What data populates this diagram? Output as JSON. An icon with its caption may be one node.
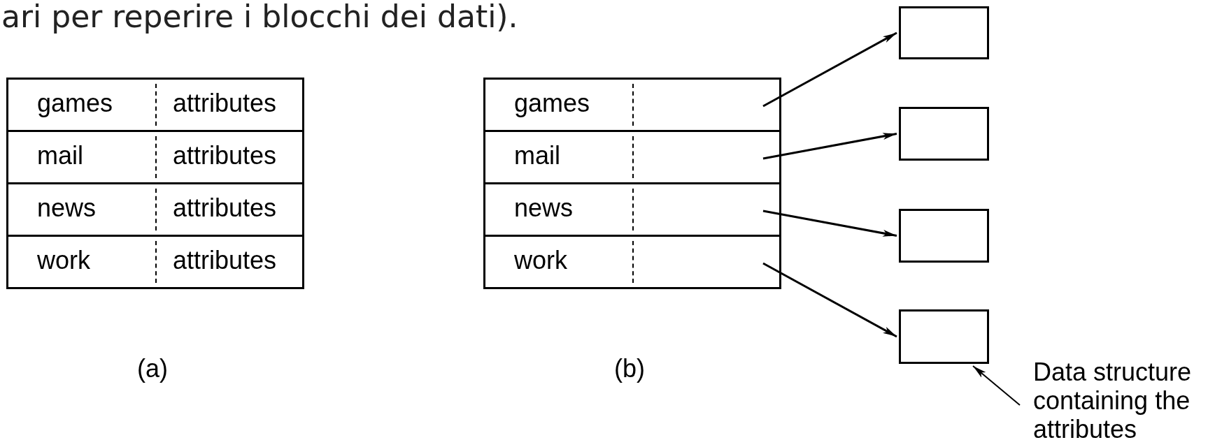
{
  "diagram": {
    "nodes": [
      {
        "text": [
          "games",
          "attributes"
        ]
      },
      {
        "text": [
          "mail",
          "attributes"
        ]
      },
      {
        "text": [
          "news",
          "attributes"
        ]
      },
      {
        "text": [
          "work",
          "attributes"
        ]
      },
      {
        "text": [
          "games"
        ]
      },
      {
        "text": [
          "mail"
        ]
      },
      {
        "text": [
          "news"
        ]
      },
      {
        "text": [
          "work"
        ]
      },
      {
        "text": [],
        "shape": "box"
      },
      {
        "text": [],
        "shape": "box"
      },
      {
        "text": [],
        "shape": "box"
      },
      {
        "text": [],
        "shape": "box"
      },
      {
        "text": [
          "Data structure containing the attributes"
        ]
      }
    ],
    "edges": [
      {
        "from": 4,
        "to": 8,
        "arrow": "to"
      },
      {
        "from": 5,
        "to": 9,
        "arrow": "to"
      },
      {
        "from": 6,
        "to": 10,
        "arrow": "to"
      },
      {
        "from": 7,
        "to": 11,
        "arrow": "to"
      },
      {
        "from": 12,
        "to": 11,
        "arrow": "to"
      }
    ],
    "labels": [
      "ari per reperire i blocchi dei dati).",
      "(a)",
      "(b)"
    ]
  }
}
